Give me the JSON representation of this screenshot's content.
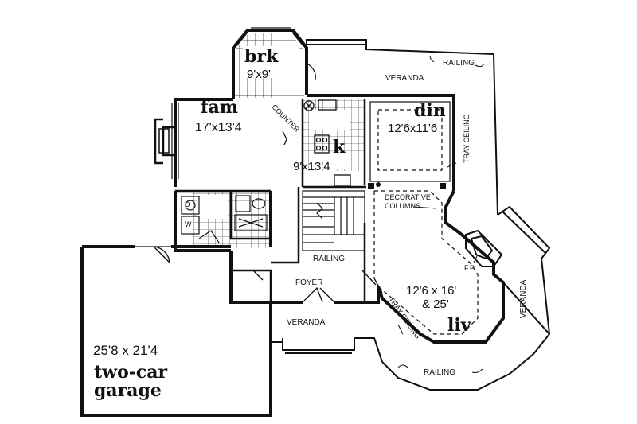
{
  "rooms": {
    "breakfast": {
      "name": "brk",
      "size": "9'x9'"
    },
    "family": {
      "name": "fam",
      "size": "17'x13'4"
    },
    "kitchen": {
      "name": "k",
      "size": "9'x13'4"
    },
    "dining": {
      "name": "din",
      "size": "12'6x11'6"
    },
    "living": {
      "name": "liv",
      "size_line1": "12'6 x 16'",
      "size_line2": "& 25'"
    },
    "garage": {
      "size": "25'8 x 21'4",
      "name_line1": "two-car",
      "name_line2": "garage"
    }
  },
  "labels": {
    "veranda_top": "VERANDA",
    "veranda_front": "VERANDA",
    "veranda_right": "VERANDA",
    "railing_top": "RAILING",
    "railing_bottom": "RAILING",
    "railing_stair": "RAILING",
    "counter": "COUNTER",
    "tray_ceiling_din": "TRAY CEILING",
    "tray_ceiling_liv": "TRAY CEILING",
    "decorative_columns_1": "DECORATIVE",
    "decorative_columns_2": "COLUMNS",
    "foyer": "FOYER",
    "fireplace": "F.P.",
    "washer": "W",
    "dryer": "D"
  },
  "colors": {
    "line": "#111111",
    "background": "#ffffff"
  }
}
